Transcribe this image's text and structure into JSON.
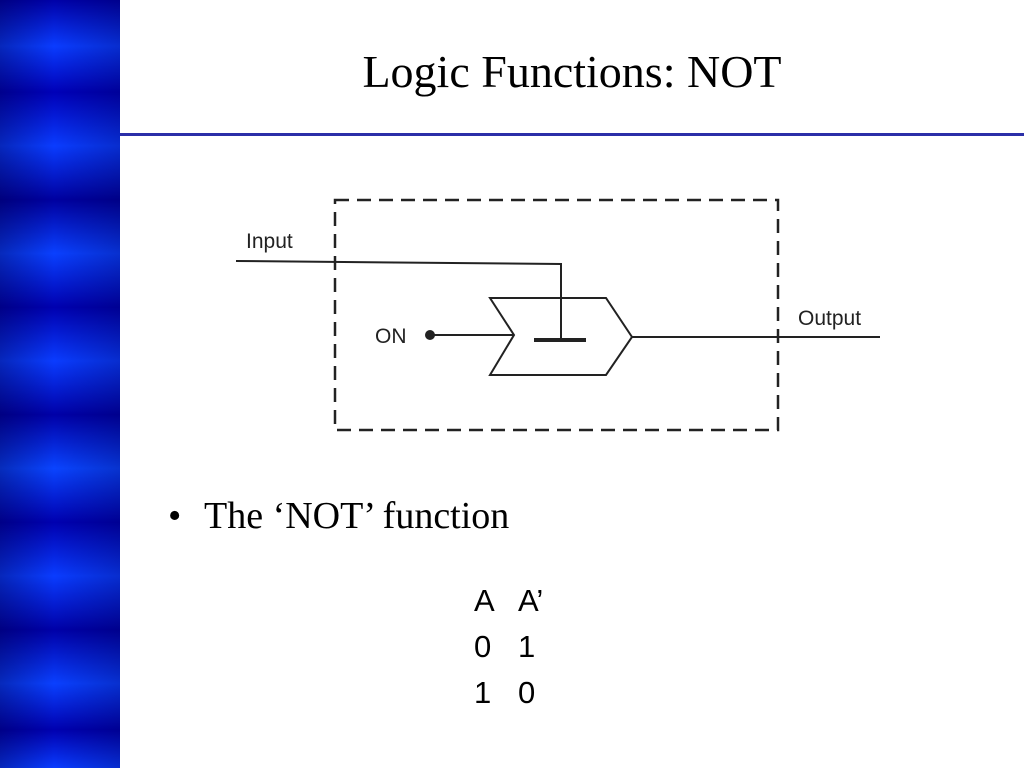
{
  "slide": {
    "title": "Logic Functions:  NOT",
    "bullet": "The ‘NOT’ function",
    "accent_color": "#2b2fa8",
    "sidebar_color": "#0a3cff"
  },
  "diagram": {
    "input_label": "Input",
    "on_label": "ON",
    "output_label": "Output"
  },
  "truth_table": {
    "headers": [
      "A",
      "A’"
    ],
    "rows": [
      [
        "0",
        "1"
      ],
      [
        "1",
        "0"
      ]
    ]
  }
}
